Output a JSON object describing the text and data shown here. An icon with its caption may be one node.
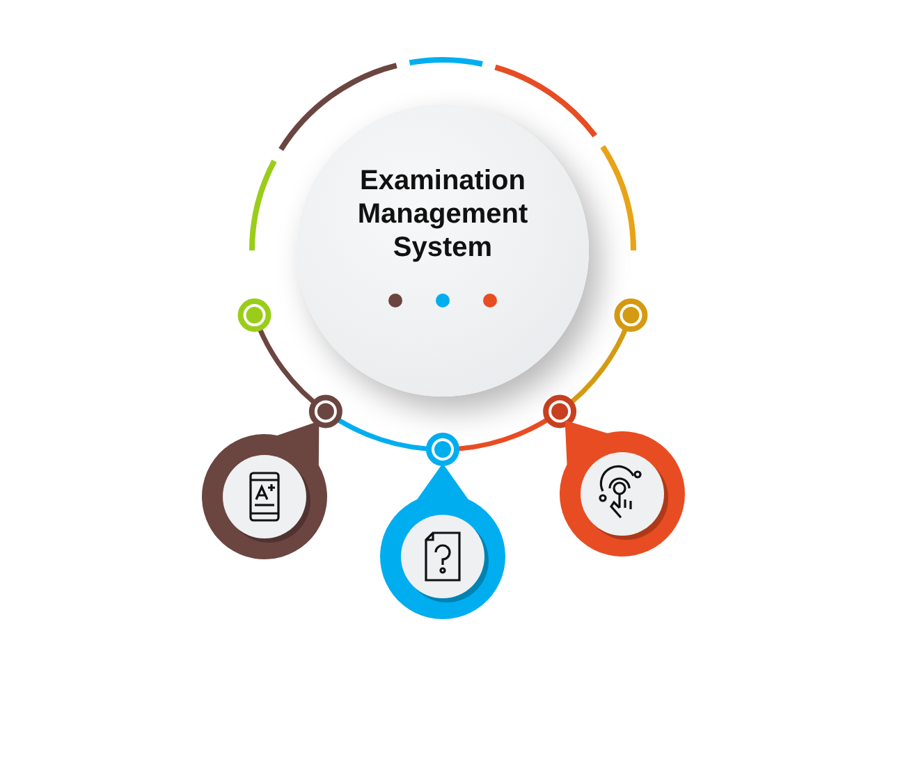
{
  "diagram": {
    "nodes": [
      {
        "text": [
          "Examination Management System"
        ]
      },
      {
        "text": [],
        "shape": "circle"
      },
      {
        "text": [],
        "shape": "circle"
      },
      {
        "text": [],
        "shape": "circle"
      }
    ]
  }
}
